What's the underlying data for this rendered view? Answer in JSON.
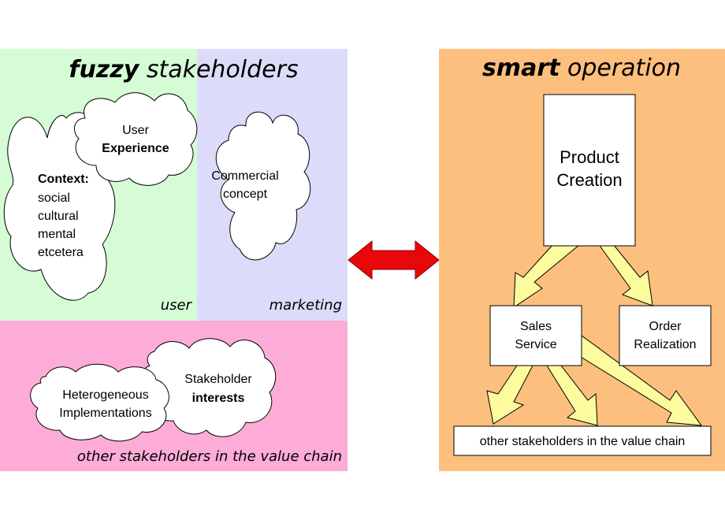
{
  "left": {
    "title_bold": "fuzzy",
    "title_rest": " stakeholders",
    "zone_user_label": "user",
    "zone_marketing_label": "marketing",
    "zone_value_chain_label": "other stakeholders in the value chain",
    "colors": {
      "user": "#d6fcd6",
      "marketing": "#dcdcfa",
      "value_chain": "#fcacd6"
    },
    "clouds": {
      "context": {
        "heading": "Context:",
        "lines": [
          "social",
          "cultural",
          "mental",
          "etcetera"
        ]
      },
      "user_experience": {
        "line1": "User",
        "line2_bold": "Experience"
      },
      "commercial": {
        "line1": "Commercial",
        "line2": "concept"
      },
      "heterogeneous": {
        "line1": "Heterogeneous",
        "line2": "Implementations"
      },
      "stakeholder": {
        "line1": "Stakeholder",
        "line2_bold": "interests"
      }
    }
  },
  "connector": {
    "icon": "double-headed-arrow-icon",
    "color": "#e8070b"
  },
  "right": {
    "title_bold": "smart",
    "title_rest": " operation",
    "colors": {
      "panel": "#fcbf7e",
      "flow_arrow": "#fcfc9e"
    },
    "boxes": {
      "product_creation": {
        "line1": "Product",
        "line2": "Creation"
      },
      "sales_service": {
        "line1": "Sales",
        "line2": "Service"
      },
      "order_realization": {
        "line1": "Order",
        "line2": "Realization"
      },
      "value_chain": {
        "label": "other stakeholders in the value chain"
      }
    }
  }
}
